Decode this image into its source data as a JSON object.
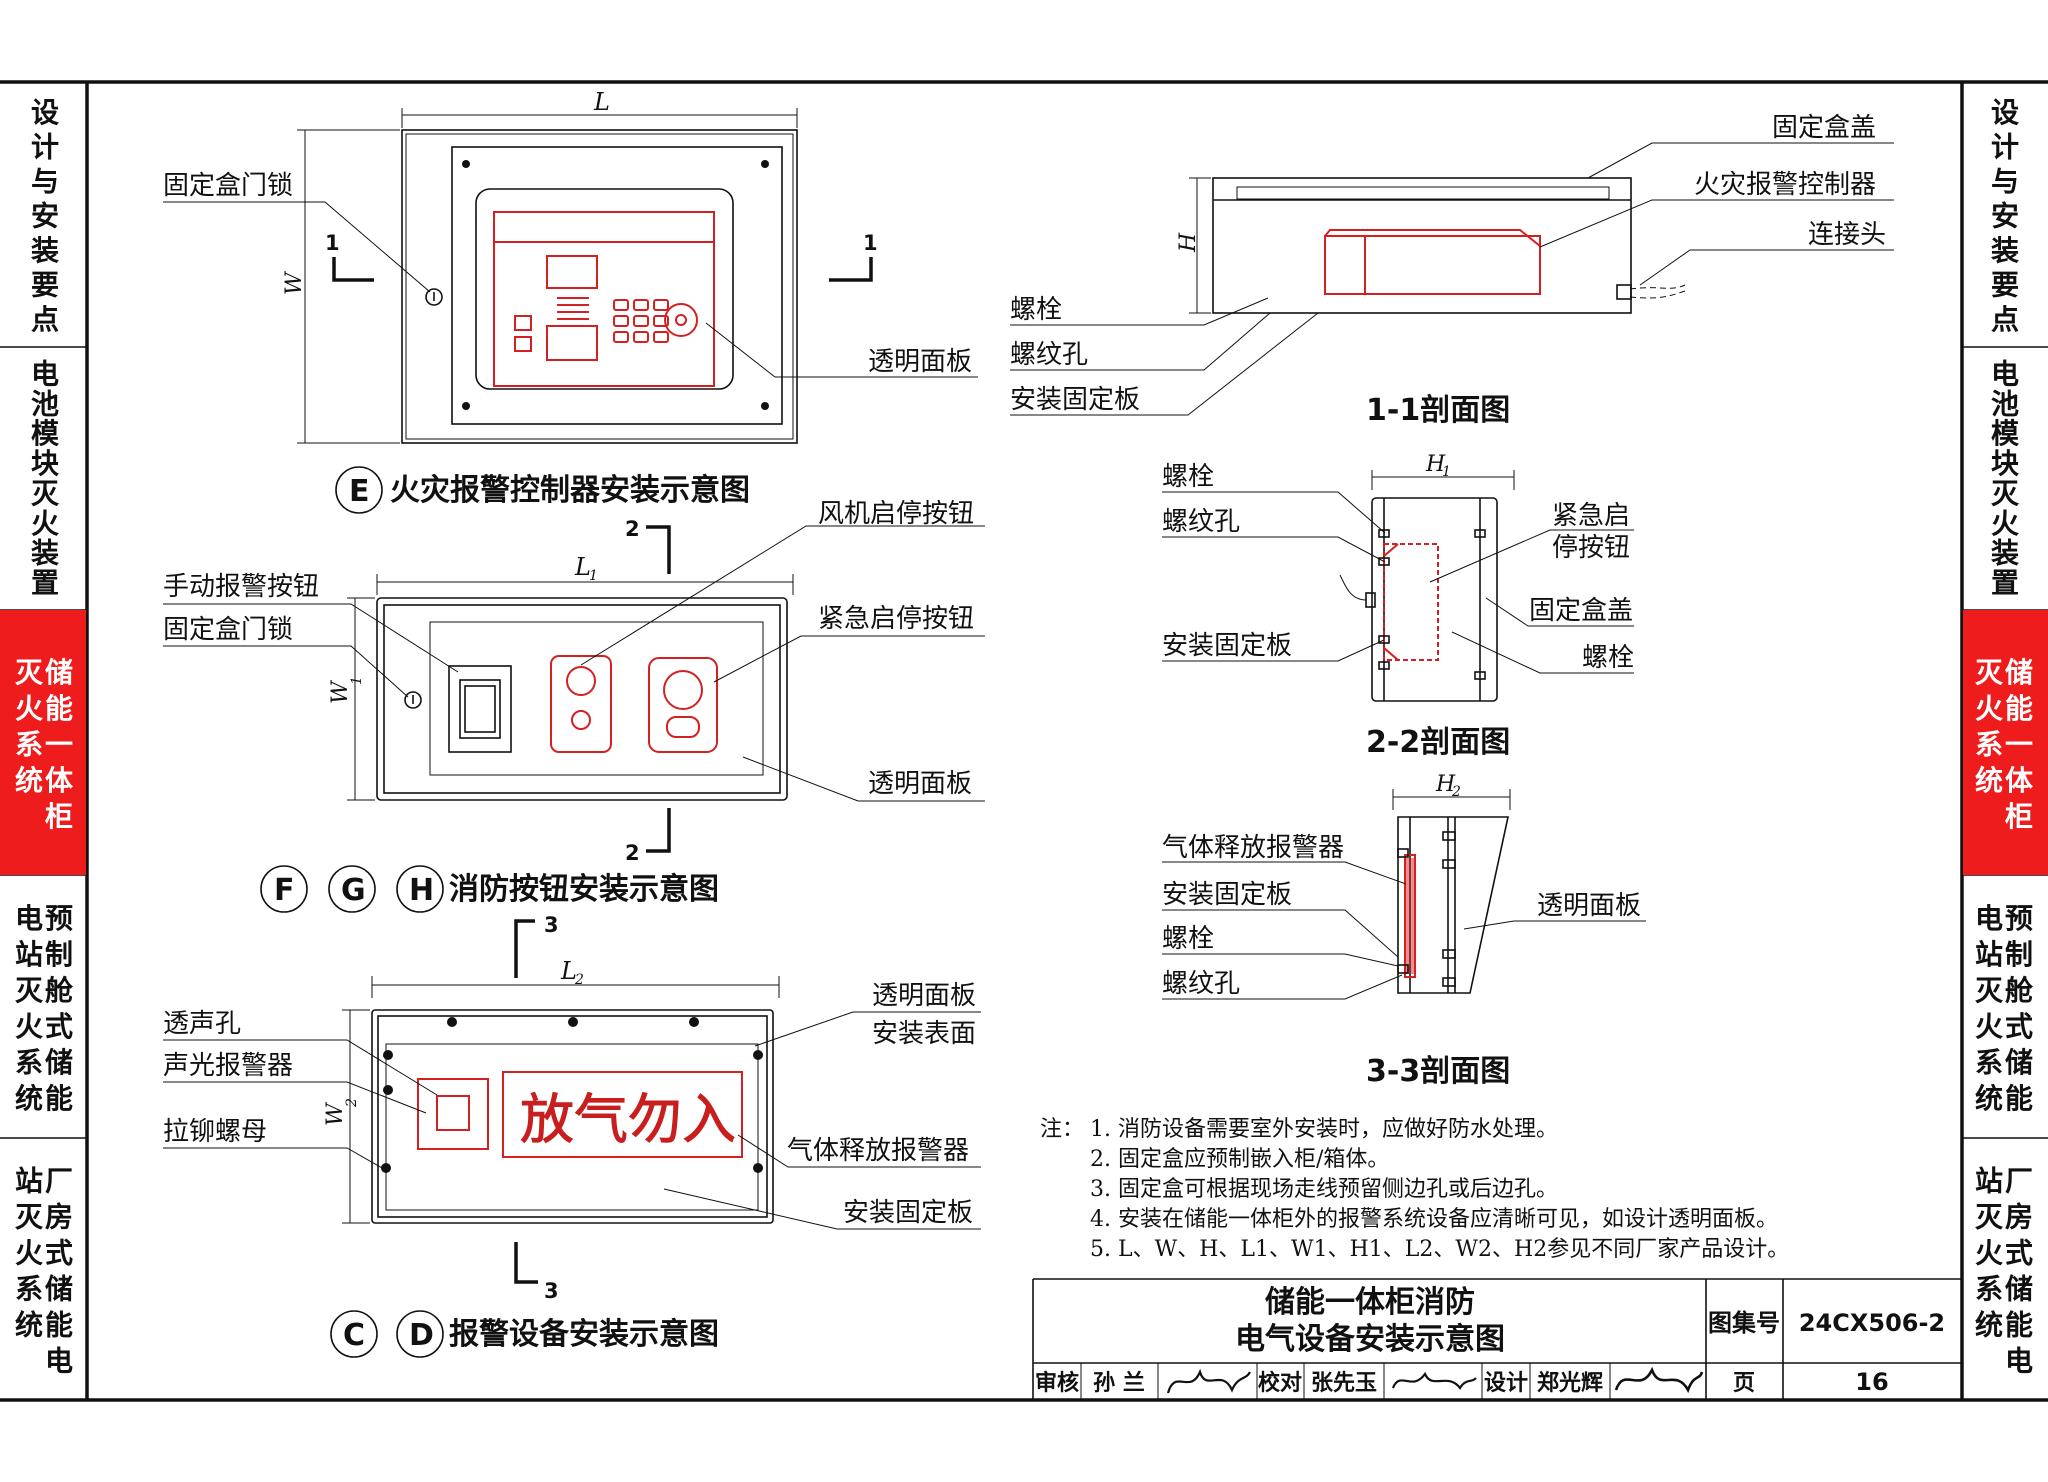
{
  "side_tabs_left": [
    "设计与安装要点",
    "电池模块灭火装置",
    "储能一体柜灭火系统",
    "预制舱式储能电站灭火系统",
    "厂房式储能电站灭火系统"
  ],
  "side_tabs_right": [
    "设计与安装要点",
    "电池模块灭火装置",
    "储能一体柜灭火系统",
    "预制舱式储能电站灭火系统",
    "厂房式储能电站灭火系统"
  ],
  "active_tab_color": "#ee1c1c",
  "fig_e": {
    "badge": "E",
    "title": "火灾报警控制器安装示意图",
    "dim_L": "L",
    "dim_W": "W",
    "sec_mark": "1",
    "label_lock": "固定盒门锁",
    "label_panel": "透明面板"
  },
  "fig_fgh": {
    "badges": [
      "F",
      "G",
      "H"
    ],
    "title": "消防按钮安装示意图",
    "dim_L": "L",
    "dim_L_sub": "1",
    "dim_W": "W",
    "dim_W_sub": "1",
    "sec_mark": "2",
    "label_manual": "手动报警按钮",
    "label_lock": "固定盒门锁",
    "label_fan": "风机启停按钮",
    "label_emergency": "紧急启停按钮",
    "label_panel": "透明面板"
  },
  "fig_cd": {
    "badges": [
      "C",
      "D"
    ],
    "title": "报警设备安装示意图",
    "dim_L": "L",
    "dim_L_sub": "2",
    "dim_W": "W",
    "dim_W_sub": "2",
    "sec_mark": "3",
    "label_sound_hole": "透声孔",
    "label_alarm": "声光报警器",
    "label_nut": "拉铆螺母",
    "label_panel": "透明面板",
    "label_surface": "安装表面",
    "label_release": "气体释放报警器",
    "label_plate": "安装固定板",
    "sign_text": "放气勿入"
  },
  "sec_11": {
    "title": "1-1剖面图",
    "dim_H": "H",
    "label_cover": "固定盒盖",
    "label_controller": "火灾报警控制器",
    "label_connector": "连接头",
    "label_bolt": "螺栓",
    "label_thread": "螺纹孔",
    "label_plate": "安装固定板"
  },
  "sec_22": {
    "title": "2-2剖面图",
    "dim_H": "H",
    "dim_H_sub": "1",
    "label_bolt": "螺栓",
    "label_thread": "螺纹孔",
    "label_plate": "安装固定板",
    "label_emergency_1": "紧急启",
    "label_emergency_2": "停按钮",
    "label_cover": "固定盒盖",
    "label_bolt2": "螺栓"
  },
  "sec_33": {
    "title": "3-3剖面图",
    "dim_H": "H",
    "dim_H_sub": "2",
    "label_release": "气体释放报警器",
    "label_plate": "安装固定板",
    "label_bolt": "螺栓",
    "label_thread": "螺纹孔",
    "label_panel": "透明面板"
  },
  "notes": {
    "prefix": "注：",
    "items": [
      "1. 消防设备需要室外安装时，应做好防水处理。",
      "2. 固定盒应预制嵌入柜/箱体。",
      "3. 固定盒可根据现场走线预留侧边孔或后边孔。",
      "4. 安装在储能一体柜外的报警系统设备应清晰可见，如设计透明面板。",
      "5. L、W、H、L1、W1、H1、L2、W2、H2参见不同厂家产品设计。"
    ]
  },
  "title_block": {
    "title_line1": "储能一体柜消防",
    "title_line2": "电气设备安装示意图",
    "atlas_label": "图集号",
    "atlas_no": "24CX506-2",
    "review_label": "审核",
    "review_name": "孙 兰",
    "check_label": "校对",
    "check_name": "张先玉",
    "design_label": "设计",
    "design_name": "郑光辉",
    "page_label": "页",
    "page_no": "16"
  }
}
